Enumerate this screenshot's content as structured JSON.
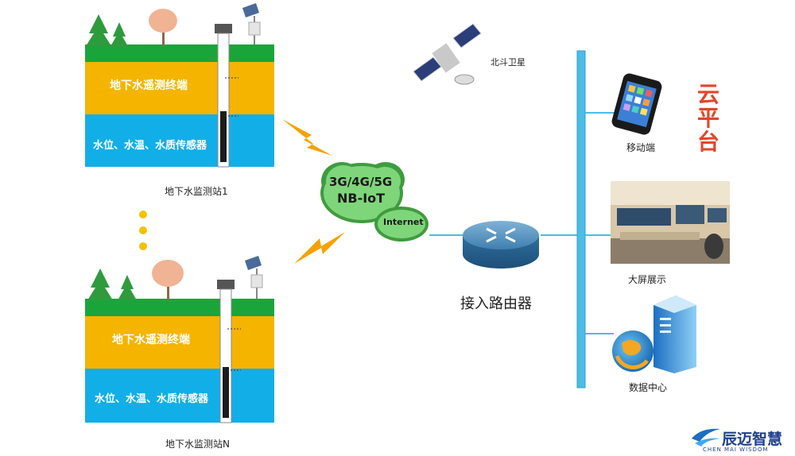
{
  "station1": {
    "terminal_label": "地下水遥测终端",
    "sensor_label": "水位、水温、水质传感器",
    "name": "地下水监测站1"
  },
  "stationN": {
    "terminal_label": "地下水遥测终端",
    "sensor_label": "水位、水温、水质传感器",
    "name": "地下水监测站N"
  },
  "network": {
    "cloud_line1": "3G/4G/5G",
    "cloud_line2": "NB-IoT",
    "internet": "Internet",
    "satellite": "北斗卫星",
    "router": "接入路由器"
  },
  "cloud_platform": {
    "title": "云平台",
    "mobile": "移动端",
    "big_screen": "大屏展示",
    "data_center": "数据中心"
  },
  "logo": {
    "cn": "辰迈智慧",
    "en": "CHEN MAI WISDOM"
  },
  "colors": {
    "grass": "#1aa53b",
    "soil": "#f5b400",
    "water": "#12aee8",
    "bus": "#4bbde6",
    "title_red": "#e2462a"
  }
}
